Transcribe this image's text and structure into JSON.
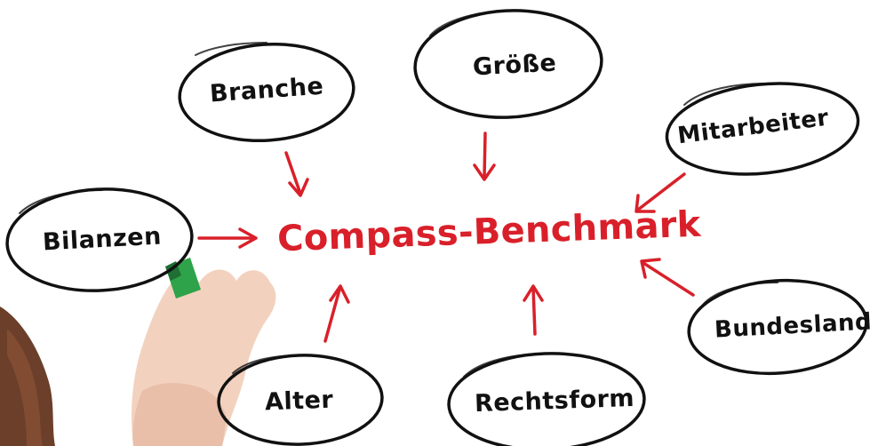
{
  "diagram": {
    "center": {
      "label": "Compass-Benchmark"
    },
    "nodes": [
      {
        "id": "branche",
        "label": "Branche"
      },
      {
        "id": "groesse",
        "label": "Größe"
      },
      {
        "id": "mitarbeiter",
        "label": "Mitarbeiter"
      },
      {
        "id": "bilanzen",
        "label": "Bilanzen"
      },
      {
        "id": "bundesland",
        "label": "Bundesland"
      },
      {
        "id": "alter",
        "label": "Alter"
      },
      {
        "id": "rechtsform",
        "label": "Rechtsform"
      }
    ]
  },
  "colors": {
    "ink": "#111111",
    "accent": "#d9202a",
    "marker_cap": "#2fa34a",
    "skin": "#f3d2bf"
  }
}
